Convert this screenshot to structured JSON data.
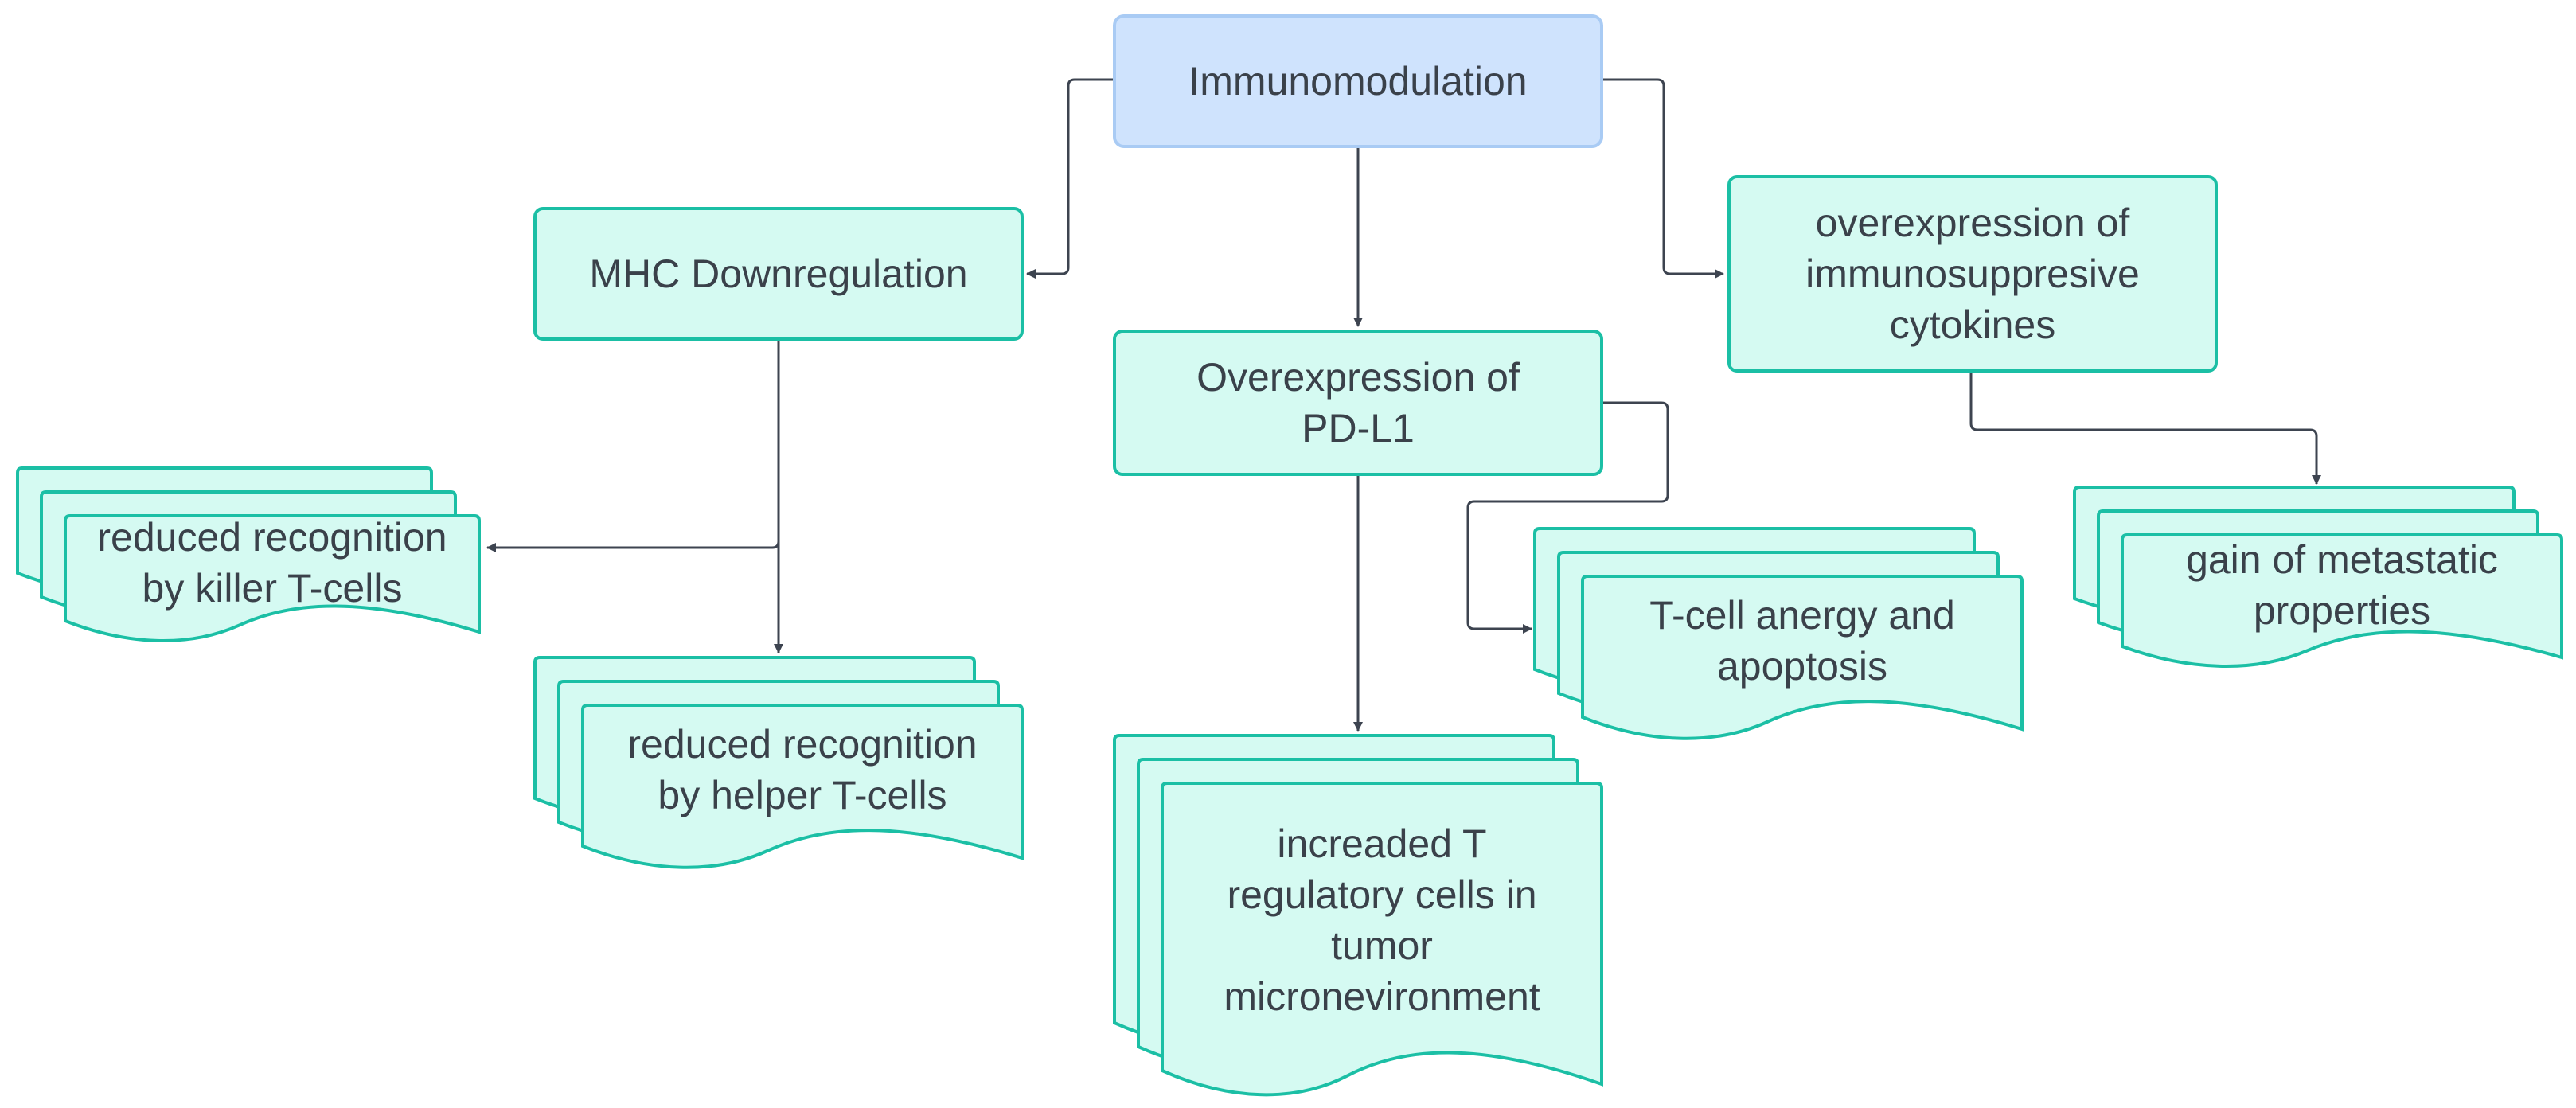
{
  "colors": {
    "root_fill": "#cfe3fd",
    "root_stroke": "#a9cbf4",
    "node_fill": "#d5faf2",
    "node_stroke": "#1bbfa5",
    "connector": "#3d4450",
    "text": "#3a414a"
  },
  "nodes": {
    "root": {
      "lines": [
        "Immunomodulation"
      ]
    },
    "mhc": {
      "lines": [
        "MHC Downregulation"
      ]
    },
    "pdl1": {
      "lines": [
        "Overexpression of",
        "PD-L1"
      ]
    },
    "cytokines": {
      "lines": [
        "overexpression of",
        "immunosuppresive",
        "cytokines"
      ]
    }
  },
  "documents": {
    "killer": {
      "lines": [
        "reduced recognition",
        "by killer T-cells"
      ]
    },
    "helper": {
      "lines": [
        "reduced recognition",
        "by helper T-cells"
      ]
    },
    "treg": {
      "lines": [
        "increaded T",
        "regulatory cells in",
        "tumor",
        "micronevironment"
      ]
    },
    "anergy": {
      "lines": [
        "T-cell anergy and",
        "apoptosis"
      ]
    },
    "metastatic": {
      "lines": [
        "gain of metastatic",
        "properties"
      ]
    }
  }
}
